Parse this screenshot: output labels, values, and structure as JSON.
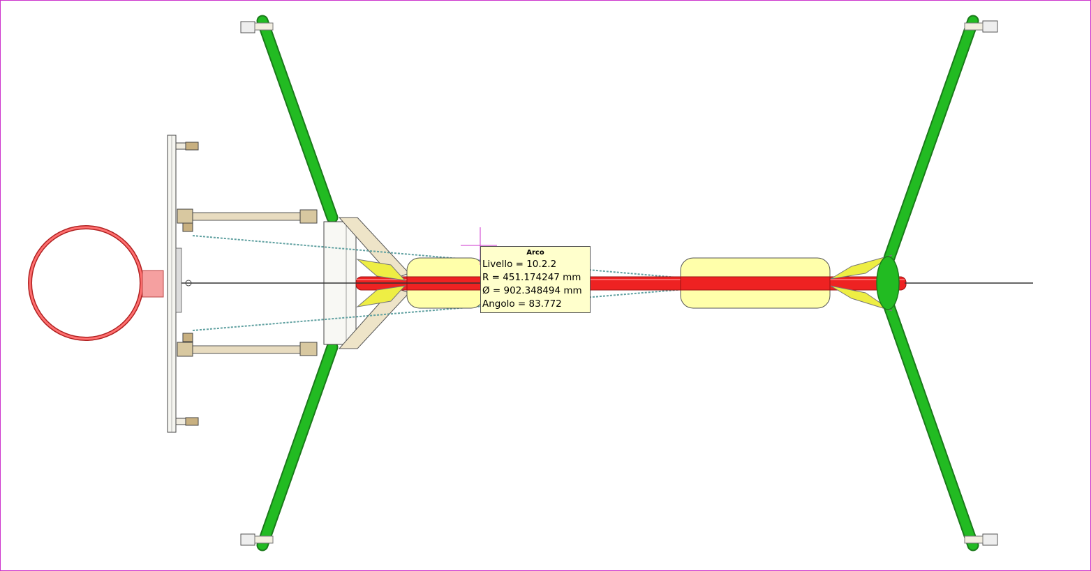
{
  "tooltip": {
    "title": "Arco",
    "lines": [
      "Livello = 10.2.2",
      "R = 451.174247 mm",
      "Ø = 902.348494 mm",
      "Angolo = 83.772"
    ]
  },
  "colors": {
    "frame_border": "#cc33cc",
    "leg_green": "#22bb22",
    "leg_dark": "#1a7a1a",
    "beam_red": "#ee2222",
    "hoop_red": "#e84040",
    "pad_yellow": "#ffffaa",
    "strap_yellow": "#eeee44",
    "chain_blue": "#5fa0a0",
    "wood_tan": "#e8dcc0",
    "cursor_magenta": "#cc33cc",
    "tooltip_bg": "#ffffcc"
  },
  "icons": {
    "cursor": "crosshair-cursor-icon"
  }
}
